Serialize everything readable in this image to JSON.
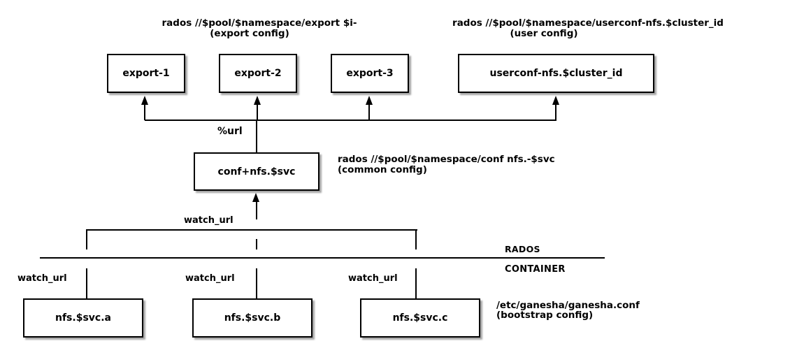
{
  "diagram": {
    "annotations": {
      "export_config": {
        "line1": "rados //$pool/$namespace/export $i-",
        "line2": "(export config)"
      },
      "user_config": {
        "line1": "rados //$pool/$namespace/userconf-nfs.$cluster_id",
        "line2": "(user config)"
      },
      "common_config": {
        "line1": "rados //$pool/$namespace/conf nfs.-$svc",
        "line2": "(common config)"
      },
      "bootstrap_config": {
        "line1": "/etc/ganesha/ganesha.conf",
        "line2": "(bootstrap config)"
      }
    },
    "boxes": {
      "export1": "export-1",
      "export2": "export-2",
      "export3": "export-3",
      "userconf": "userconf-nfs.$cluster_id",
      "common_conf": "conf+nfs.$svc",
      "daemon_a": "nfs.$svc.a",
      "daemon_b": "nfs.$svc.b",
      "daemon_c": "nfs.$svc.c"
    },
    "edge_labels": {
      "url": "%url",
      "watch_url_top": "watch_url",
      "watch_url_a": "watch_url",
      "watch_url_b": "watch_url",
      "watch_url_c": "watch_url"
    },
    "layers": {
      "upper": "RADOS",
      "lower": "CONTAINER"
    },
    "colors": {
      "line": "#000000",
      "text": "#000000",
      "box_fill": "#ffffff",
      "box_shadow": "#a6a6a6",
      "background": "#ffffff"
    }
  }
}
